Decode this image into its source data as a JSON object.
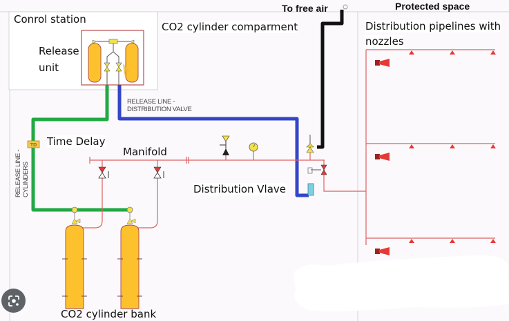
{
  "title": "CO2 fire suppression system schematic",
  "labels": {
    "control_station": "Conrol station",
    "release_unit_line1": "Release",
    "release_unit_line2": "unit",
    "co2_compartment": "CO2 cylinder comparment",
    "to_free_air": "To free air",
    "protected_space": "Protected space",
    "distribution_pipelines_line1": "Distribution pipelines with",
    "distribution_pipelines_line2": "nozzles",
    "release_line_distribution_valve_line1": "RELEASE LINE -",
    "release_line_distribution_valve_line2": "DISTRIBUTION VALVE",
    "time_delay": "Time Delay",
    "time_delay_tag": "TD",
    "manifold": "Manifold",
    "release_line_cylinders_line1": "RELEASE LINE -",
    "release_line_cylinders_line2": "CYLINDERS",
    "distribution_valve": "Distribution Vlave",
    "co2_cylinder_bank": "CO2 cylinder bank"
  },
  "colors": {
    "release_line_cylinders": "#22a844",
    "release_line_distribution": "#3346c8",
    "vent_line": "#111111",
    "co2_pipe": "#e06060",
    "cylinder_fill": "#fec12e",
    "valve_yellow": "#f2e14a",
    "nozzle_red": "#e53935",
    "frame": "#d9d9d9"
  },
  "nozzle_rows": 3,
  "nozzles_per_row": 3,
  "lens_button": "google-lens-icon"
}
